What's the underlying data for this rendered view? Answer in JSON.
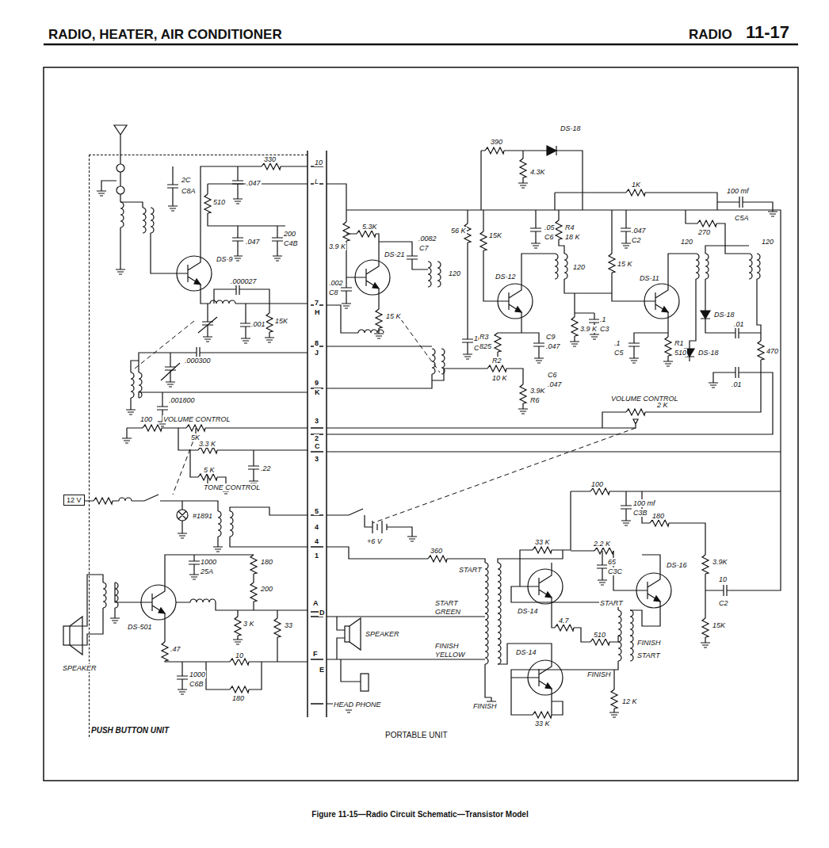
{
  "diagram": {
    "caption": "Figure 11-15—Radio Circuit Schematic—Transistor Model",
    "nodes": [
      {
        "text": [
          "PUSH BUTTON UNIT"
        ]
      },
      {
        "text": [
          "12 V"
        ]
      }
    ],
    "labels": [
      "RADIO, HEATER, AIR CONDITIONER",
      "RADIO",
      "11-17",
      "DS-18",
      "390",
      "4.3K",
      "10",
      "L",
      "2C",
      "C8A",
      ".047",
      "330",
      "510",
      ".047",
      "200",
      "C4B",
      "DS-9",
      ".000027",
      ".001",
      "15K",
      ".000300",
      ".001800",
      "100",
      "VOLUME CONTROL",
      "5K",
      "3.3 K",
      ".22",
      "5 K",
      "TONE CONTROL",
      "#1891",
      "1000",
      "25A",
      "180",
      "200",
      "3 K",
      "33",
      "DS-501",
      ".47",
      "10",
      "1000",
      "C6B",
      "180",
      "SPEAKER",
      "PORTABLE UNIT",
      "5.3K",
      "3.9 K",
      ".0082",
      "C7",
      "DS-21",
      ".002",
      "C8",
      "15 K",
      "120",
      "56 K",
      "10",
      "C1",
      "15K",
      "DS-12",
      ".05",
      "C6",
      "R4",
      "18 K",
      "120",
      "R3",
      "825",
      "C9",
      ".047",
      "3.9 K",
      ".1",
      "C3",
      "15 K",
      ".047",
      "C2",
      "DS-11",
      "120",
      "120",
      ".1",
      "C5",
      "R1",
      "510",
      "DS-18",
      "DS-18",
      "1K",
      "270",
      "100 mf",
      "C5A",
      ".01",
      "470",
      ".01",
      "C6",
      ".047",
      "R2",
      "10 K",
      "3.9K",
      "R6",
      "VOLUME CONTROL",
      "2 K",
      "100",
      "100 mf",
      "C3B",
      "180",
      "3.9K",
      "33 K",
      "2.2 K",
      "65",
      "C3C",
      "DS-16",
      "10",
      "C2",
      "15K",
      "360",
      "+6 V",
      "START",
      "START",
      "GREEN",
      "DS-14",
      "4.7",
      "510",
      "START",
      "FINISH",
      "START",
      "FINISH",
      "12 K",
      "DS-14",
      "33 K",
      "FINISH",
      "YELLOW",
      "FINISH",
      "SPEAKER",
      "HEAD PHONE",
      "7",
      "H",
      "8",
      "J",
      "9",
      "K",
      "3",
      "2",
      "C",
      "3",
      "5",
      "4",
      "4",
      "1",
      "A",
      "D",
      "F",
      "E"
    ]
  }
}
